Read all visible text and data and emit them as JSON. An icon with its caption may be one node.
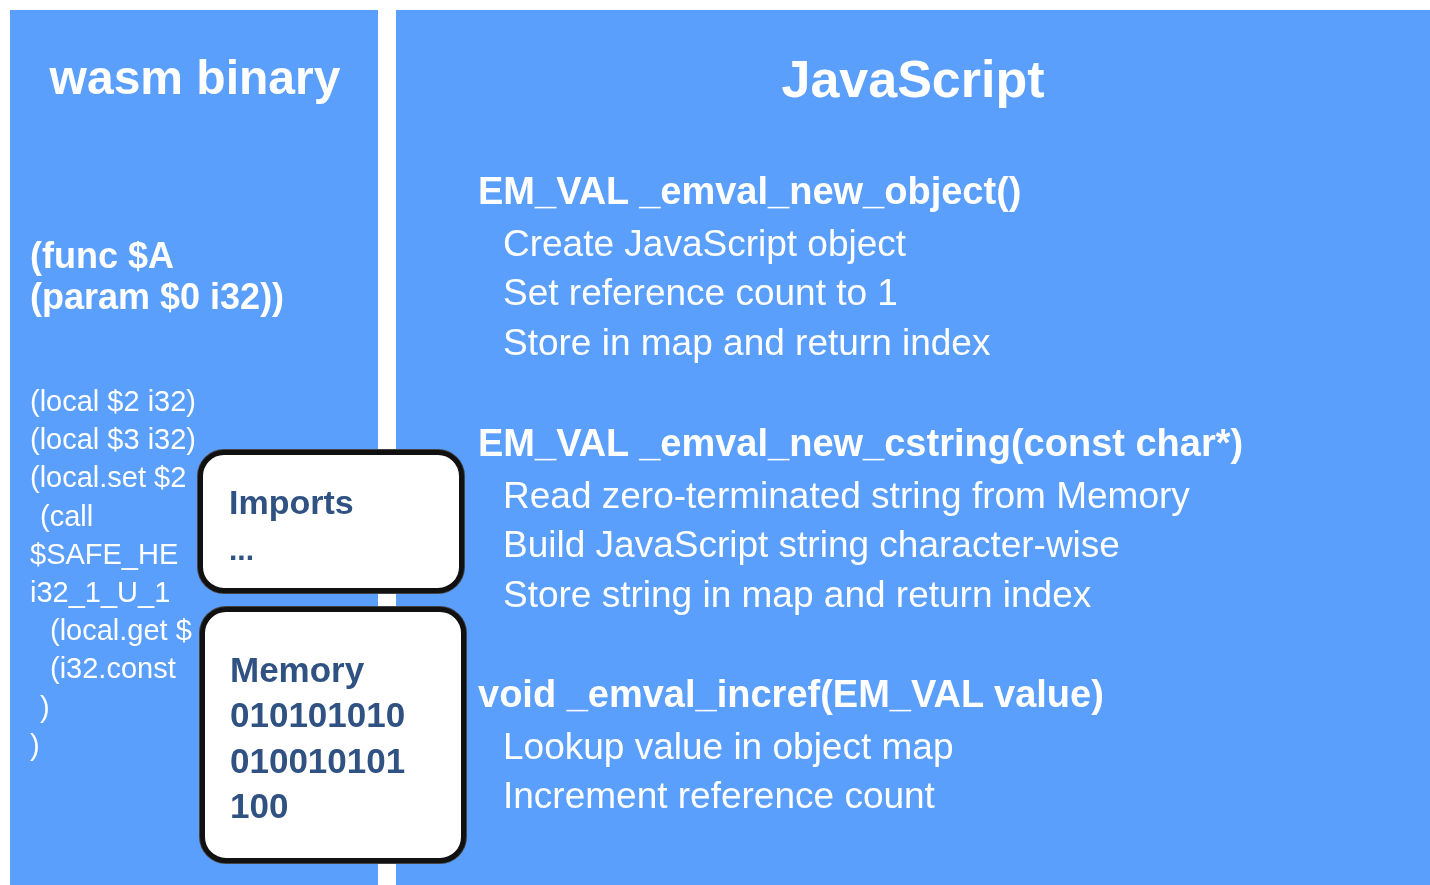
{
  "diagram": {
    "nodes": [
      {
        "text": [
          "wasm binary",
          "(func $A (param $0 i32))",
          "(local $2 i32)",
          "(local $3 i32)",
          "(local.set $2",
          "(call",
          "$SAFE_HE",
          "i32_1_U_1",
          "(local.get $",
          "(i32.const",
          ")",
          ")"
        ]
      },
      {
        "text": [
          "JavaScript",
          "EM_VAL _emval_new_object()",
          "Create JavaScript object",
          "Set reference count to 1",
          "Store in map and return index",
          "EM_VAL _emval_new_cstring(const char*)",
          "Read zero-terminated string from Memory",
          "Build JavaScript string character-wise",
          "Store string in map and return index",
          "void _emval_incref(EM_VAL value)",
          "Lookup value in object map",
          "Increment reference count"
        ]
      },
      {
        "text": [
          "Imports",
          "..."
        ]
      },
      {
        "text": [
          "Memory",
          "010101010 010010101 100"
        ]
      }
    ],
    "edges": []
  }
}
